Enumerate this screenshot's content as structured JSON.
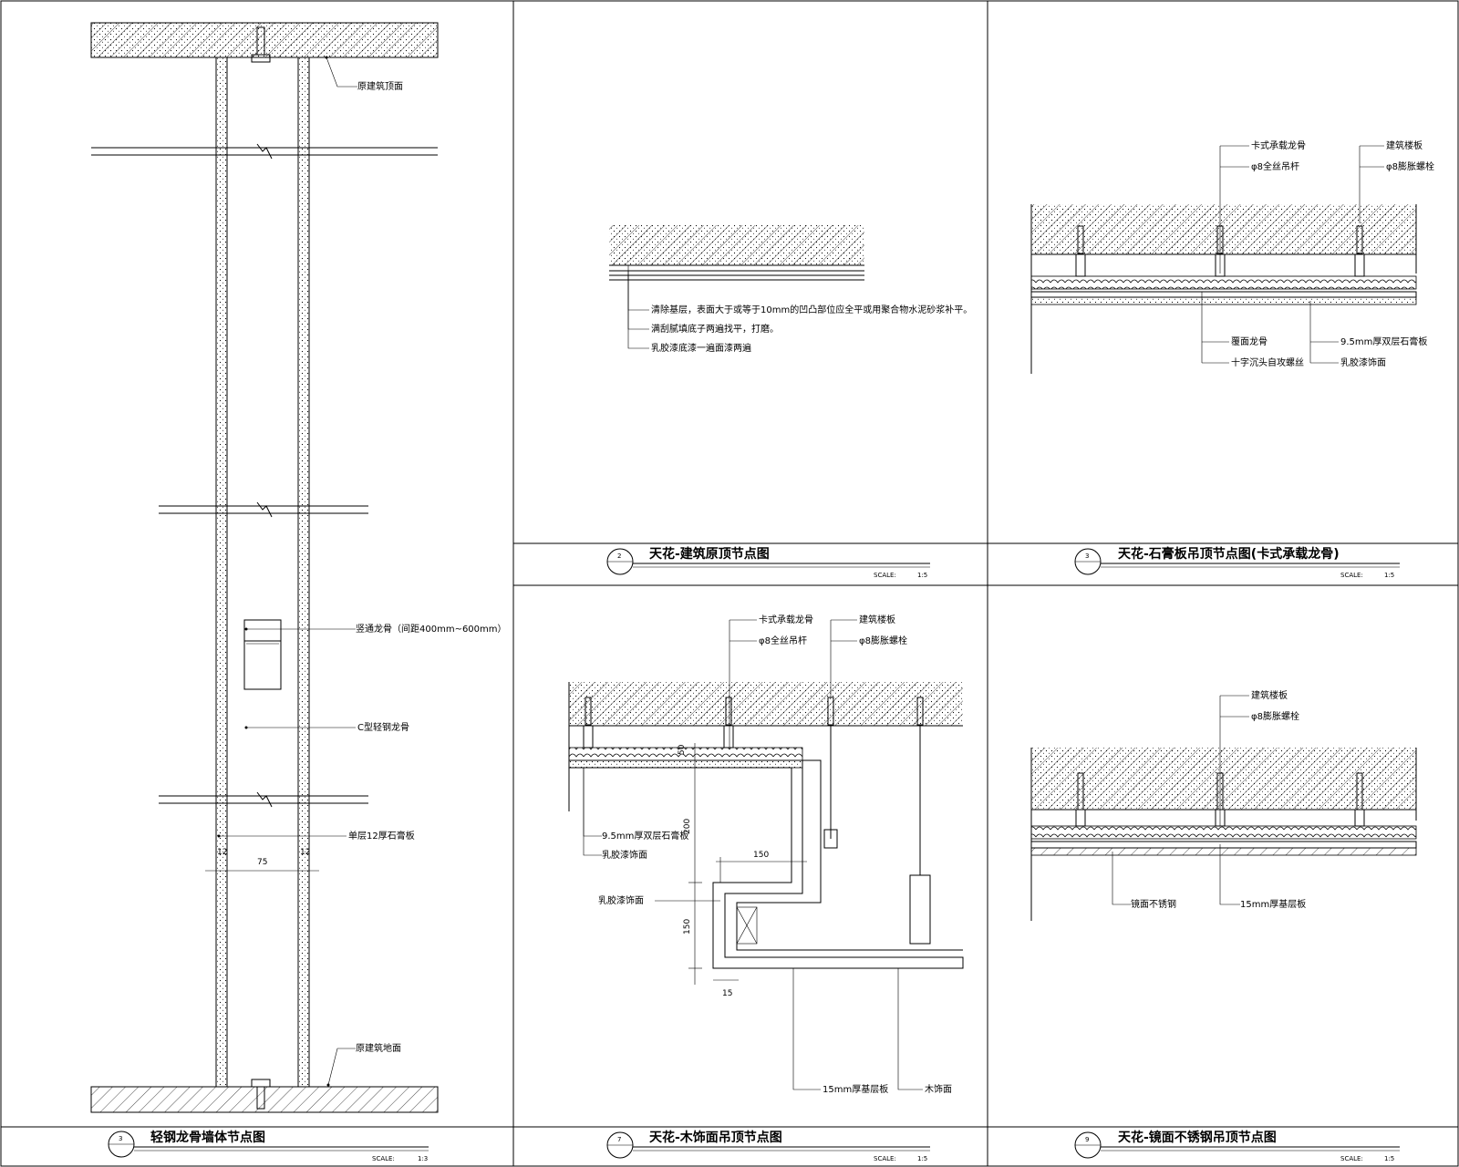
{
  "panels": [
    {
      "id": "p1",
      "num": "3",
      "title": "轻钢龙骨墙体节点图",
      "scale_label": "SCALE:",
      "scale_value": "1:3",
      "labels": {
        "top_ceiling": "原建筑顶面",
        "stud": "竖通龙骨（间距400mm~600mm）",
        "track": "C型轻钢龙骨",
        "board": "单层12厚石膏板",
        "floor": "原建筑地面"
      },
      "dims": {
        "left": "12",
        "mid": "75",
        "right": "12"
      }
    },
    {
      "id": "p2",
      "num": "2",
      "title": "天花-建筑原顶节点图",
      "scale_label": "SCALE:",
      "scale_value": "1:5",
      "labels": {
        "l1": "清除基层，表面大于或等于10mm的凹凸部位应全平或用聚合物水泥砂浆补平。",
        "l2": "满刮腻填底子两遍找平，打磨。",
        "l3": "乳胶漆底漆一遍面漆两遍"
      }
    },
    {
      "id": "p3",
      "num": "3",
      "title": "天花-石膏板吊顶节点图(卡式承载龙骨)",
      "scale_label": "SCALE:",
      "scale_value": "1:5",
      "labels": {
        "a": "卡式承载龙骨",
        "b": "φ8全丝吊杆",
        "c": "建筑楼板",
        "d": "φ8膨胀螺栓",
        "e": "覆面龙骨",
        "f": "十字沉头自攻螺丝",
        "g": "9.5mm厚双层石膏板",
        "h": "乳胶漆饰面"
      }
    },
    {
      "id": "p4",
      "num": "7",
      "title": "天花-木饰面吊顶节点图",
      "scale_label": "SCALE:",
      "scale_value": "1:5",
      "labels": {
        "a": "卡式承载龙骨",
        "b": "φ8全丝吊杆",
        "c": "建筑楼板",
        "d": "φ8膨胀螺栓",
        "e": "9.5mm厚双层石膏板",
        "f": "乳胶漆饰面",
        "g": "乳胶漆饰面",
        "h": "15mm厚基层板",
        "i": "木饰面"
      },
      "dims": {
        "d1": "50",
        "d2": "200",
        "d3": "150",
        "d4": "150",
        "d5": "15"
      }
    },
    {
      "id": "p5",
      "num": "9",
      "title": "天花-镜面不锈钢吊顶节点图",
      "scale_label": "SCALE:",
      "scale_value": "1:5",
      "labels": {
        "a": "建筑楼板",
        "b": "φ8膨胀螺栓",
        "c": "镜面不锈钢",
        "d": "15mm厚基层板"
      }
    }
  ]
}
